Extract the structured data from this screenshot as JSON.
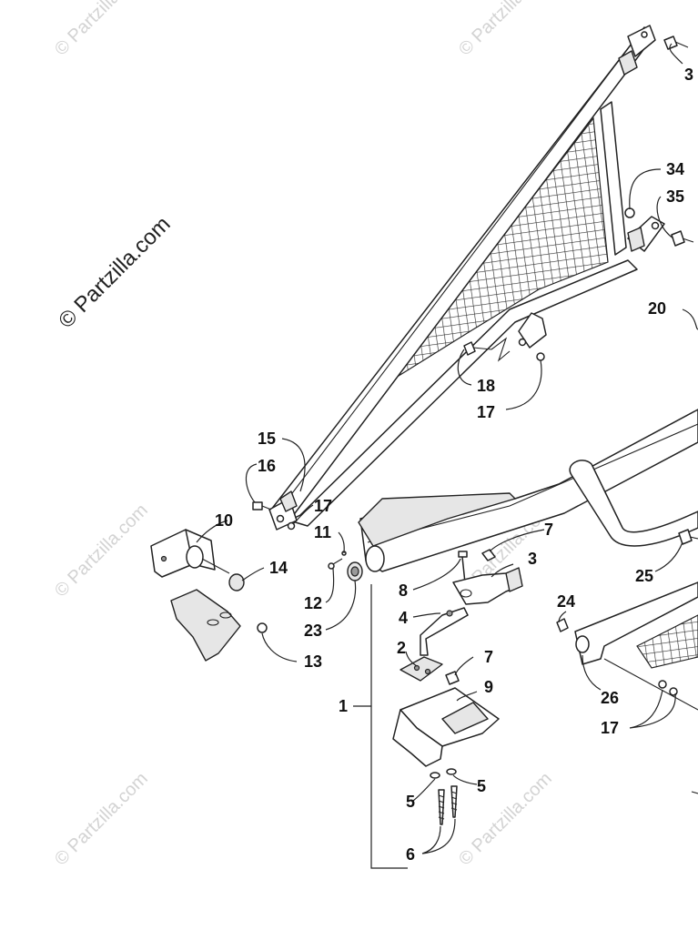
{
  "watermark": {
    "main": "© Partzilla.com",
    "faint": "© Partzilla.com"
  },
  "callouts": {
    "c1": "1",
    "c2": "2",
    "c3": "3",
    "c4": "4",
    "c5a": "5",
    "c5b": "5",
    "c6": "6",
    "c7a": "7",
    "c7b": "7",
    "c8": "8",
    "c9": "9",
    "c10": "10",
    "c11": "11",
    "c12": "12",
    "c13": "13",
    "c14": "14",
    "c15": "15",
    "c16": "16",
    "c17a": "17",
    "c17b": "17",
    "c17c": "17",
    "c18": "18",
    "c20": "20",
    "c23": "23",
    "c24": "24",
    "c25": "25",
    "c26": "26",
    "c34": "34",
    "c35": "35",
    "c3top": "3"
  },
  "colors": {
    "line": "#222222",
    "watermark": "#d3d3d3",
    "background": "#ffffff"
  }
}
